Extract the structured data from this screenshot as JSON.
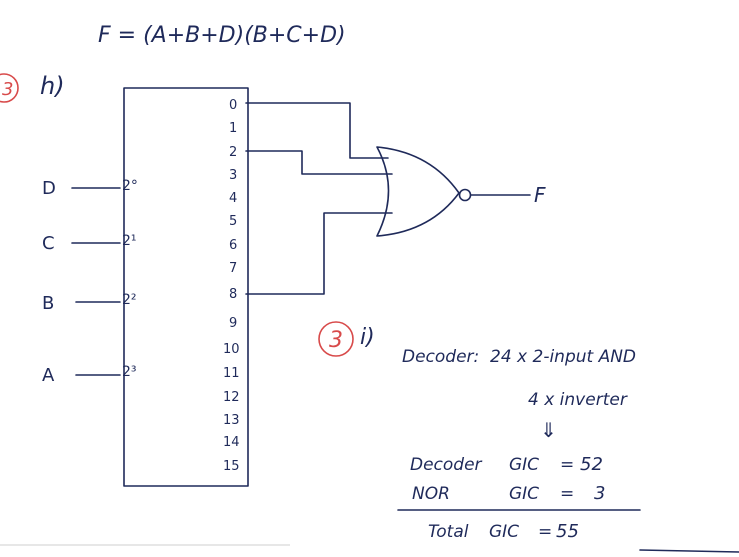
{
  "equation": "F = (A+B+D)(B+C+D)",
  "part_h": {
    "circle_label": "3",
    "label": "h)"
  },
  "decoder": {
    "inputs": [
      {
        "signal": "D",
        "pin": "2°"
      },
      {
        "signal": "C",
        "pin": "2¹"
      },
      {
        "signal": "B",
        "pin": "2²"
      },
      {
        "signal": "A",
        "pin": "2³"
      }
    ],
    "outputs": [
      "0",
      "1",
      "2",
      "3",
      "4",
      "5",
      "6",
      "7",
      "8",
      "9",
      "10",
      "11",
      "12",
      "13",
      "14",
      "15"
    ]
  },
  "gate_output_label": "F",
  "part_i": {
    "circle_label": "3",
    "label": "i)",
    "decoder_heading": "Decoder:",
    "line1": "24 x 2-input AND",
    "line2": "4 x inverter",
    "arrow": "⇓",
    "gic_lines": [
      {
        "name": "Decoder",
        "label": "GIC",
        "eq": "=",
        "value": "52"
      },
      {
        "name": "NOR",
        "label": "GIC",
        "eq": "=",
        "value": "3"
      },
      {
        "name": "Total",
        "label": "GIC",
        "eq": "=",
        "value": "55"
      }
    ]
  },
  "colors": {
    "ink": "#1f2a5a",
    "circle": "#d84a4a"
  }
}
